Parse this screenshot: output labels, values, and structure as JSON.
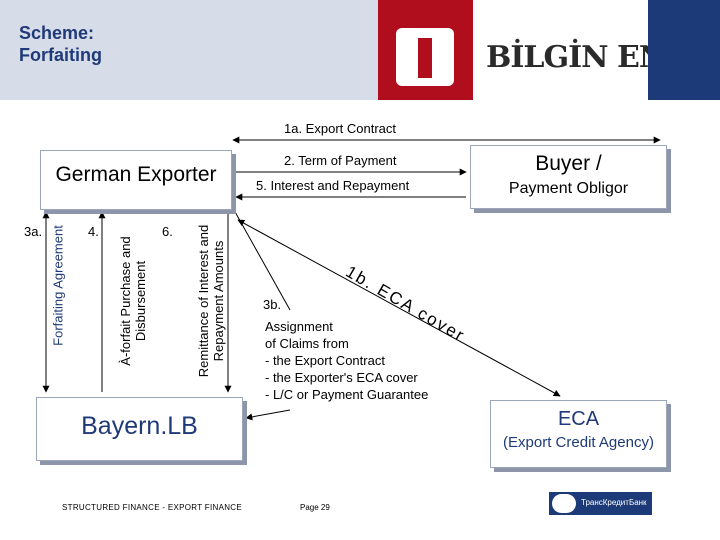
{
  "header": {
    "title": "Scheme:\nForfaiting",
    "logo_text": "BİLGİN ENE"
  },
  "boxes": {
    "exporter": "German Exporter",
    "buyer_title": "Buyer /",
    "buyer_sub": "Payment Obligor",
    "bayern": "Bayern.LB",
    "eca_title": "ECA",
    "eca_sub": "(Export Credit Agency)"
  },
  "flows": {
    "f1a": "1a. Export Contract",
    "f2": "2. Term of Payment",
    "f5": "5. Interest and Repayment",
    "f1b": "1b. ECA cover",
    "f3b_num": "3b.",
    "f3b_text": "Assignment\nof Claims from\n- the Export Contract\n- the Exporter's ECA cover\n- L/C or Payment Guarantee",
    "f3a_num": "3a.",
    "f3a_text": "Forfaiting Agreement",
    "f4_num": "4.",
    "f4_text": "À-forfait Purchase and\nDisbursement",
    "f6_num": "6.",
    "f6_text": "Remittance of Interest and\nRepayment Amounts"
  },
  "footer": {
    "left": "STRUCTURED FINANCE - EXPORT FINANCE",
    "page": "Page 29",
    "bank_logo": "ТрансКредитБанк"
  },
  "colors": {
    "title": "#1f3a78",
    "header_band": "#d6dce8",
    "brand_red": "#b00d1d",
    "brand_navy": "#1c3a78"
  }
}
